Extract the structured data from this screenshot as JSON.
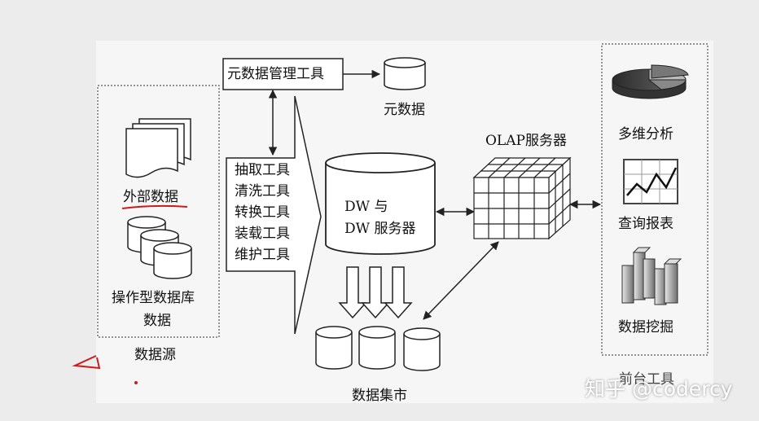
{
  "diagram": {
    "metadata_tool": "元数据管理工具",
    "metadata": "元数据",
    "external_data": "外部数据",
    "operational_db": [
      "操作型数据库",
      "数据"
    ],
    "data_source": "数据源",
    "etl_tools": [
      "抽取工具",
      "清洗工具",
      "转换工具",
      "装载工具",
      "维护工具"
    ],
    "dw_server": [
      "DW 与",
      "DW 服务器"
    ],
    "olap_server": "OLAP服务器",
    "data_mart": "数据集市",
    "front_tools": [
      "多维分析",
      "查询报表",
      "数据挖掘"
    ],
    "front_tools_caption": "前台工具"
  },
  "watermark": "知乎 @codercy",
  "colors": {
    "line": "#222222",
    "annotation": "#cc1a1a",
    "background": "#ececec"
  }
}
